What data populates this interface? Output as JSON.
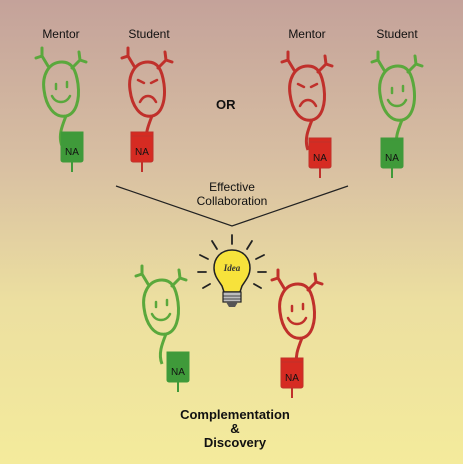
{
  "labels": {
    "left_mentor": "Mentor",
    "left_student": "Student",
    "right_mentor": "Mentor",
    "right_student": "Student",
    "or": "OR",
    "collab_line1": "Effective",
    "collab_line2": "Collaboration",
    "result_line1": "Complementation",
    "result_line2": "&",
    "result_line3": "Discovery",
    "na": "NA",
    "idea": "Idea"
  },
  "colors": {
    "green": "#5aa83c",
    "green_cell": "#3f9a3a",
    "red": "#c0302b",
    "red_cell": "#d62b22",
    "bulb": "#f7e23b"
  }
}
